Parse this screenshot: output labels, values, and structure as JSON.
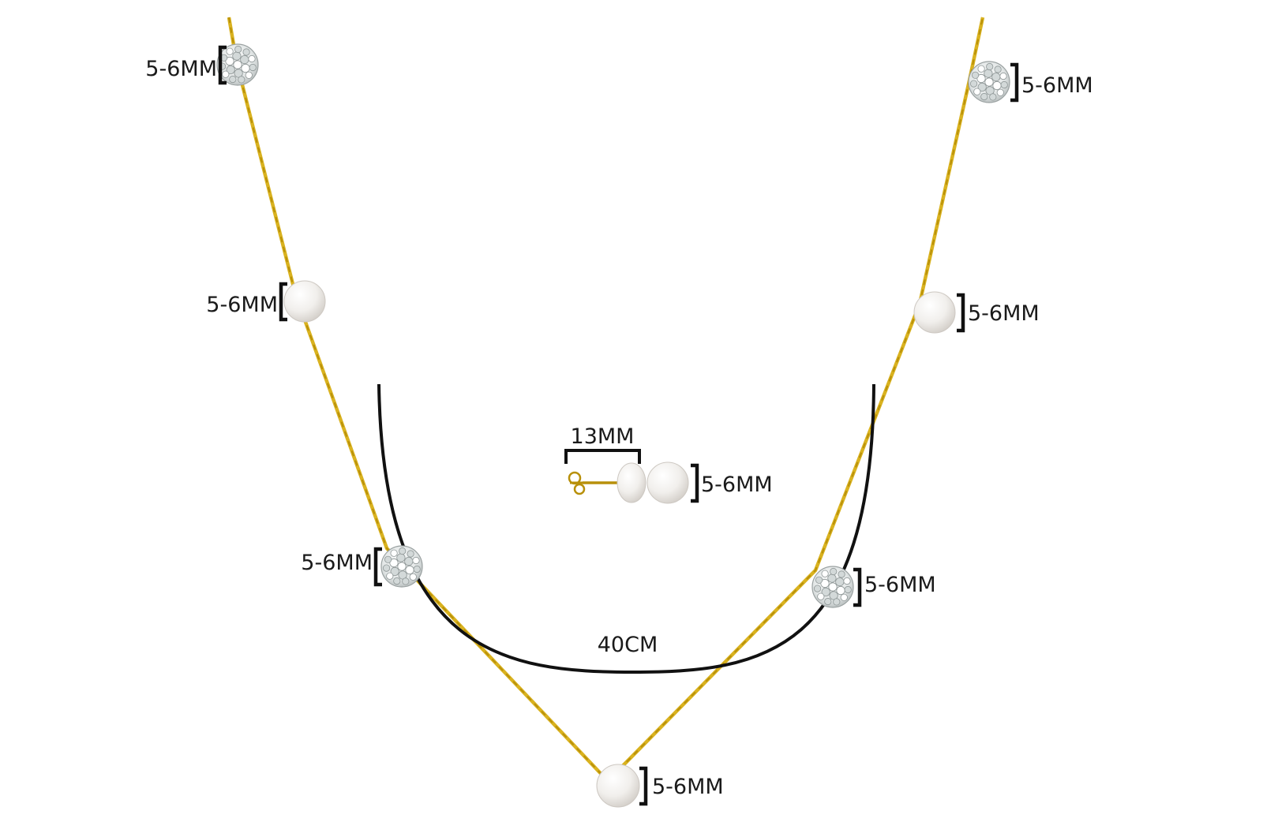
{
  "colors": {
    "chain": "#d9b21f",
    "chain_dark": "#b8900a",
    "bracket": "#111111",
    "outline": "#111111",
    "pearl": "#f3f1ee",
    "crystal": "#e9ecec"
  },
  "beads": [
    {
      "kind": "crystal",
      "label": "5-6MM"
    },
    {
      "kind": "pearl",
      "label": "5-6MM"
    },
    {
      "kind": "crystal",
      "label": "5-6MM"
    },
    {
      "kind": "pearl",
      "label": "5-6MM"
    },
    {
      "kind": "crystal",
      "label": "5-6MM"
    },
    {
      "kind": "pearl",
      "label": "5-6MM"
    },
    {
      "kind": "crystal",
      "label": "5-6MM"
    }
  ],
  "length_label": "40CM",
  "earring": {
    "width_label": "13MM",
    "size_label": "5-6MM"
  }
}
